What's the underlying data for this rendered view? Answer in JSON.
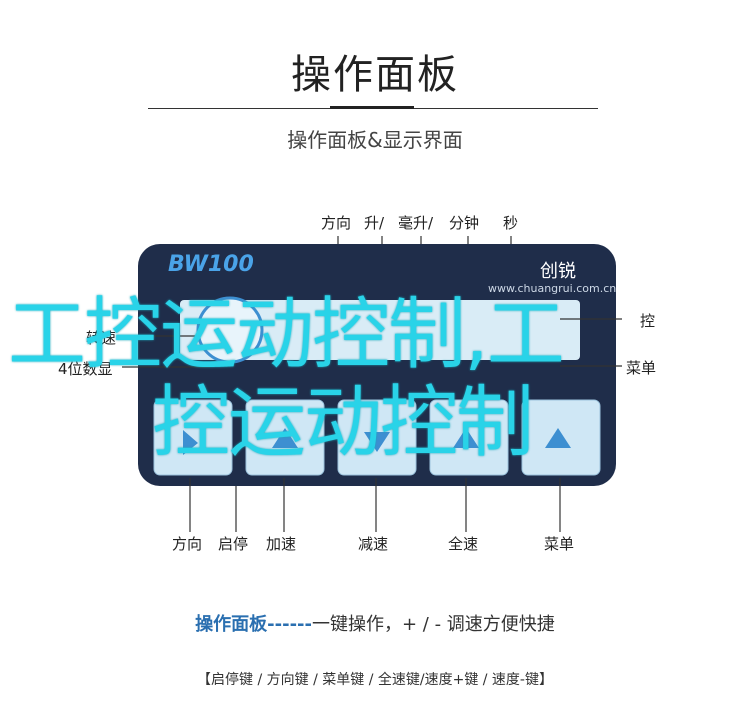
{
  "header": {
    "title": "操作面板",
    "subtitle": "操作面板&显示界面"
  },
  "panel": {
    "model": "BW100",
    "brand": "创锐",
    "website": "www.chuangrui.com.cn",
    "colors": {
      "body": "#1f2d4a",
      "screen": "#d9ecf6",
      "key": "#cfe7f5",
      "accent": "#3d8fd1"
    }
  },
  "callouts": {
    "top": [
      "方向",
      "升/",
      "毫升/",
      "分钟",
      "秒"
    ],
    "left": [
      "转速",
      "4位数显"
    ],
    "right": [
      "控",
      "菜单"
    ],
    "bottom": [
      "方向",
      "启停",
      "加速",
      "减速",
      "全速",
      "菜单"
    ]
  },
  "watermark": {
    "line1": "工控运动控制,工",
    "line2": "控运动控制"
  },
  "footer": {
    "caption_highlight": "操作面板------",
    "caption_rest": "一键操作，+ / - 调速方便快捷",
    "caption_keys": "【启停键 / 方向键 / 菜单键 / 全速键/速度+键 / 速度-键】"
  }
}
